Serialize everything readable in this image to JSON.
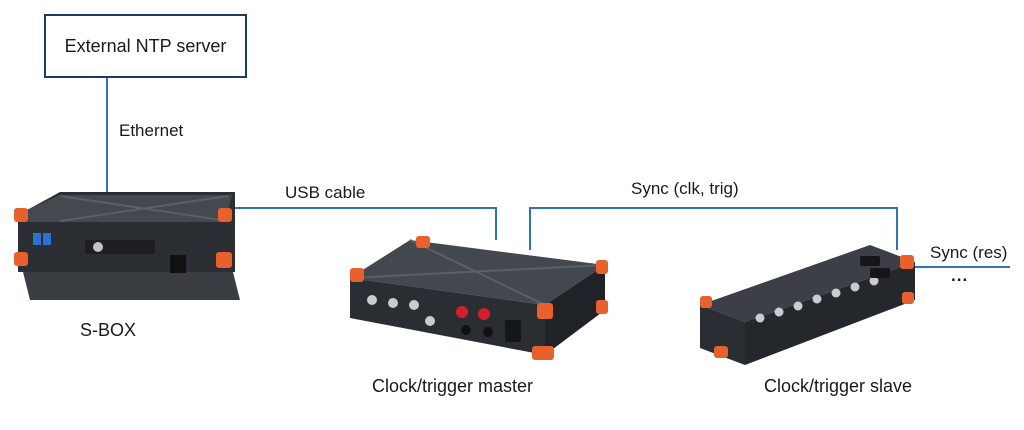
{
  "diagram": {
    "ntp_server": "External NTP server",
    "ethernet": "Ethernet",
    "usb_cable": "USB cable",
    "sync_clk_trig": "Sync (clk, trig)",
    "sync_res": "Sync (res)",
    "ellipsis": "...",
    "sbox": "S-BOX",
    "master": "Clock/trigger master",
    "slave": "Clock/trigger slave"
  },
  "colors": {
    "connector_line": "#2e75b6",
    "box_border": "#203864",
    "device_body": "#2b2e33",
    "device_top": "#3a3e44",
    "bumper": "#e8602c"
  }
}
